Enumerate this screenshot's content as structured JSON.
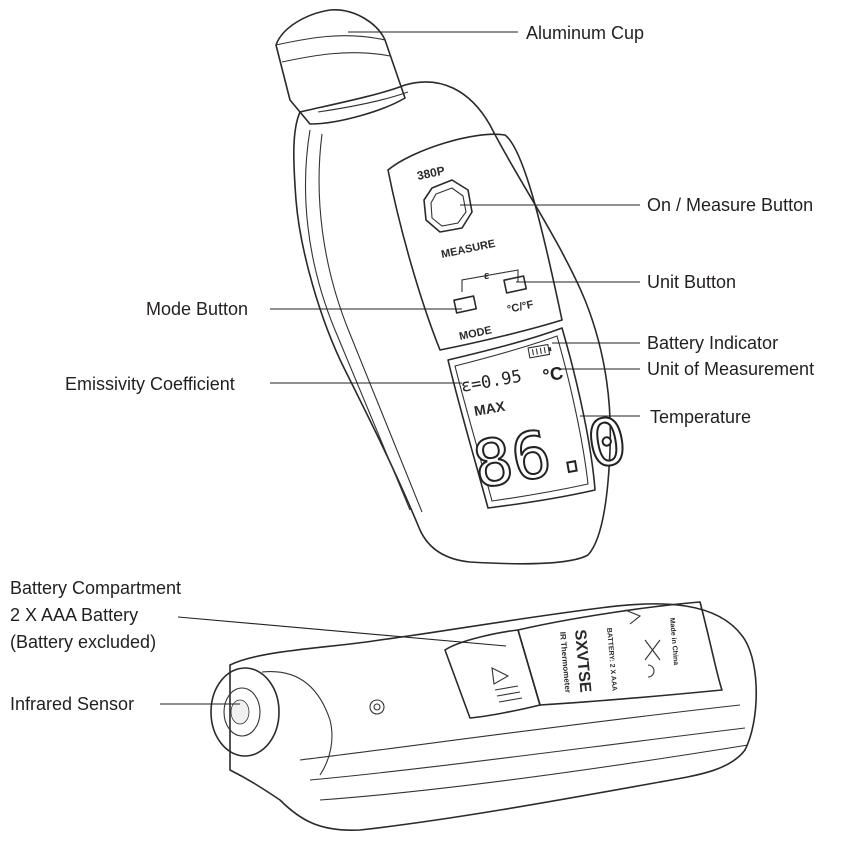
{
  "device": {
    "model_label": "380P",
    "measure_label": "MEASURE",
    "epsilon_symbol": "ε",
    "mode_label": "MODE",
    "unit_button_label": "°C/°F",
    "emissivity_readout": "ε=0.95",
    "max_label": "MAX",
    "unit_readout": "°C",
    "temperature_readout": "86.0",
    "back_brand": "SXVTSE",
    "back_line_1": "IR Thermometer",
    "back_line_2": "BATTERY: 2 X AAA",
    "back_line_3": "Made in China"
  },
  "callouts": {
    "aluminum_cup": "Aluminum Cup",
    "on_measure_button": "On / Measure Button",
    "unit_button": "Unit Button",
    "mode_button": "Mode Button",
    "battery_indicator": "Battery Indicator",
    "unit_of_measurement": "Unit of Measurement",
    "emissivity_coefficient": "Emissivity Coefficient",
    "temperature": "Temperature",
    "battery_compartment_line1": "Battery Compartment",
    "battery_compartment_line2": "2 X AAA Battery",
    "battery_compartment_line3": "(Battery excluded)",
    "infrared_sensor": "Infrared Sensor"
  }
}
